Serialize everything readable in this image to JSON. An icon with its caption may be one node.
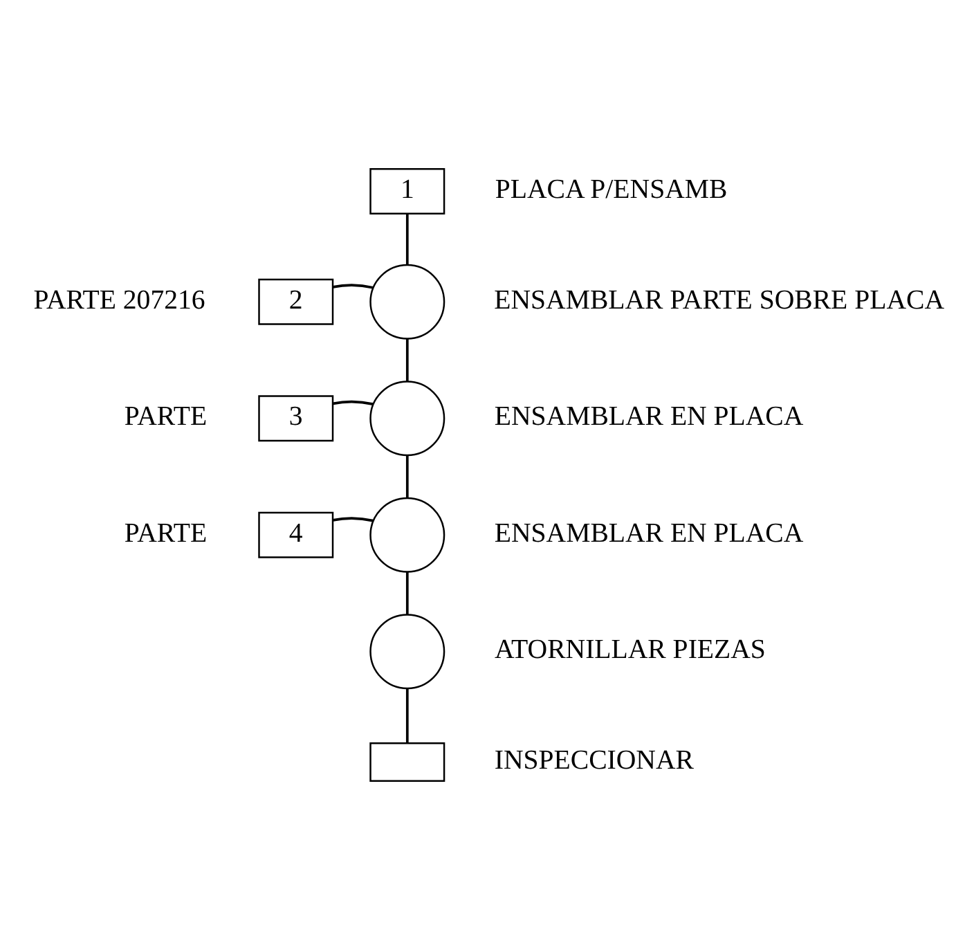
{
  "diagram": {
    "nodes": [
      {
        "text": [
          "1"
        ],
        "beside": [
          "PLACA P/ENSAMB"
        ]
      },
      {
        "text": [
          "2"
        ],
        "beside": [
          "PARTE 207216"
        ]
      },
      {
        "text": [],
        "shape": "circle",
        "beside": [
          "ENSAMBLAR PARTE SOBRE PLACA"
        ]
      },
      {
        "text": [
          "3"
        ],
        "beside": [
          "PARTE"
        ]
      },
      {
        "text": [],
        "shape": "circle",
        "beside": [
          "ENSAMBLAR EN PLACA"
        ]
      },
      {
        "text": [
          "4"
        ],
        "beside": [
          "PARTE"
        ]
      },
      {
        "text": [],
        "shape": "circle",
        "beside": [
          "ENSAMBLAR EN PLACA"
        ]
      },
      {
        "text": [],
        "shape": "circle",
        "beside": [
          "ATORNILLAR PIEZAS"
        ]
      },
      {
        "text": [],
        "shape": "box",
        "beside": [
          "INSPECCIONAR"
        ]
      }
    ],
    "edges": [
      {
        "from": 0,
        "to": 2,
        "arrow": "none"
      },
      {
        "from": 1,
        "to": 2,
        "arrow": "none"
      },
      {
        "from": 2,
        "to": 4,
        "arrow": "none"
      },
      {
        "from": 3,
        "to": 4,
        "arrow": "none"
      },
      {
        "from": 4,
        "to": 6,
        "arrow": "none"
      },
      {
        "from": 5,
        "to": 6,
        "arrow": "none"
      },
      {
        "from": 6,
        "to": 7,
        "arrow": "none"
      },
      {
        "from": 7,
        "to": 8,
        "arrow": "none"
      }
    ]
  }
}
